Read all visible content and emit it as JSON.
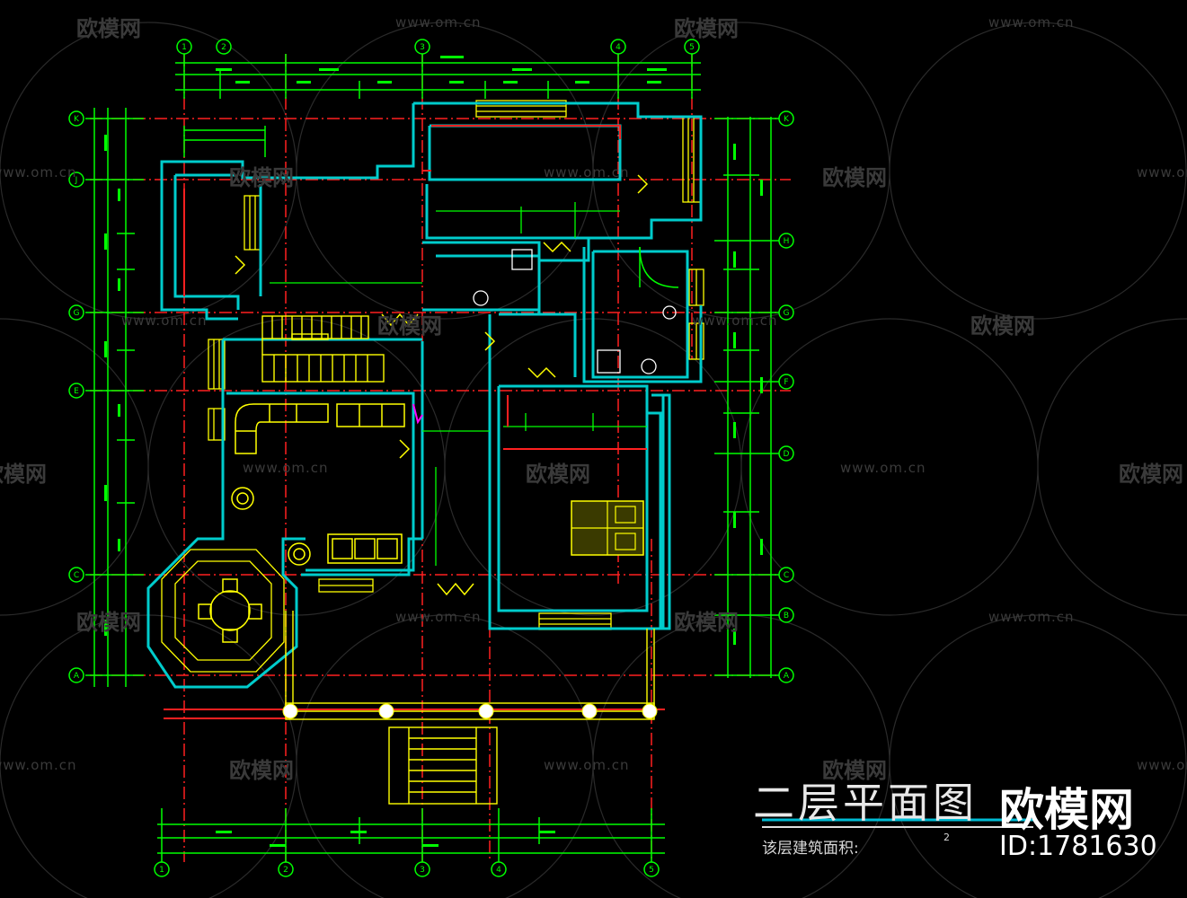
{
  "drawing": {
    "title": "二层平面图",
    "area_label": "该层建筑面积:",
    "area_superscript": "2"
  },
  "axes": {
    "top": [
      "1",
      "2",
      "3",
      "4",
      "5"
    ],
    "bottom": [
      "1",
      "2",
      "3",
      "4",
      "5"
    ],
    "left": [
      "K",
      "J",
      "G",
      "E",
      "C",
      "A"
    ],
    "right": [
      "K",
      "H",
      "G",
      "F",
      "D",
      "C",
      "B",
      "A"
    ]
  },
  "brand": {
    "watermark_cn": "欧模网",
    "watermark_url": "www.om.cn",
    "logo_text": "欧模网",
    "id_text": "ID:1781630"
  },
  "colors": {
    "background": "#000000",
    "dimension": "#00ff00",
    "wall": "#00cccc",
    "axis": "#ff2020",
    "furniture": "#ffff00",
    "door": "#ffff00",
    "watermark": "#3a3a3a"
  }
}
